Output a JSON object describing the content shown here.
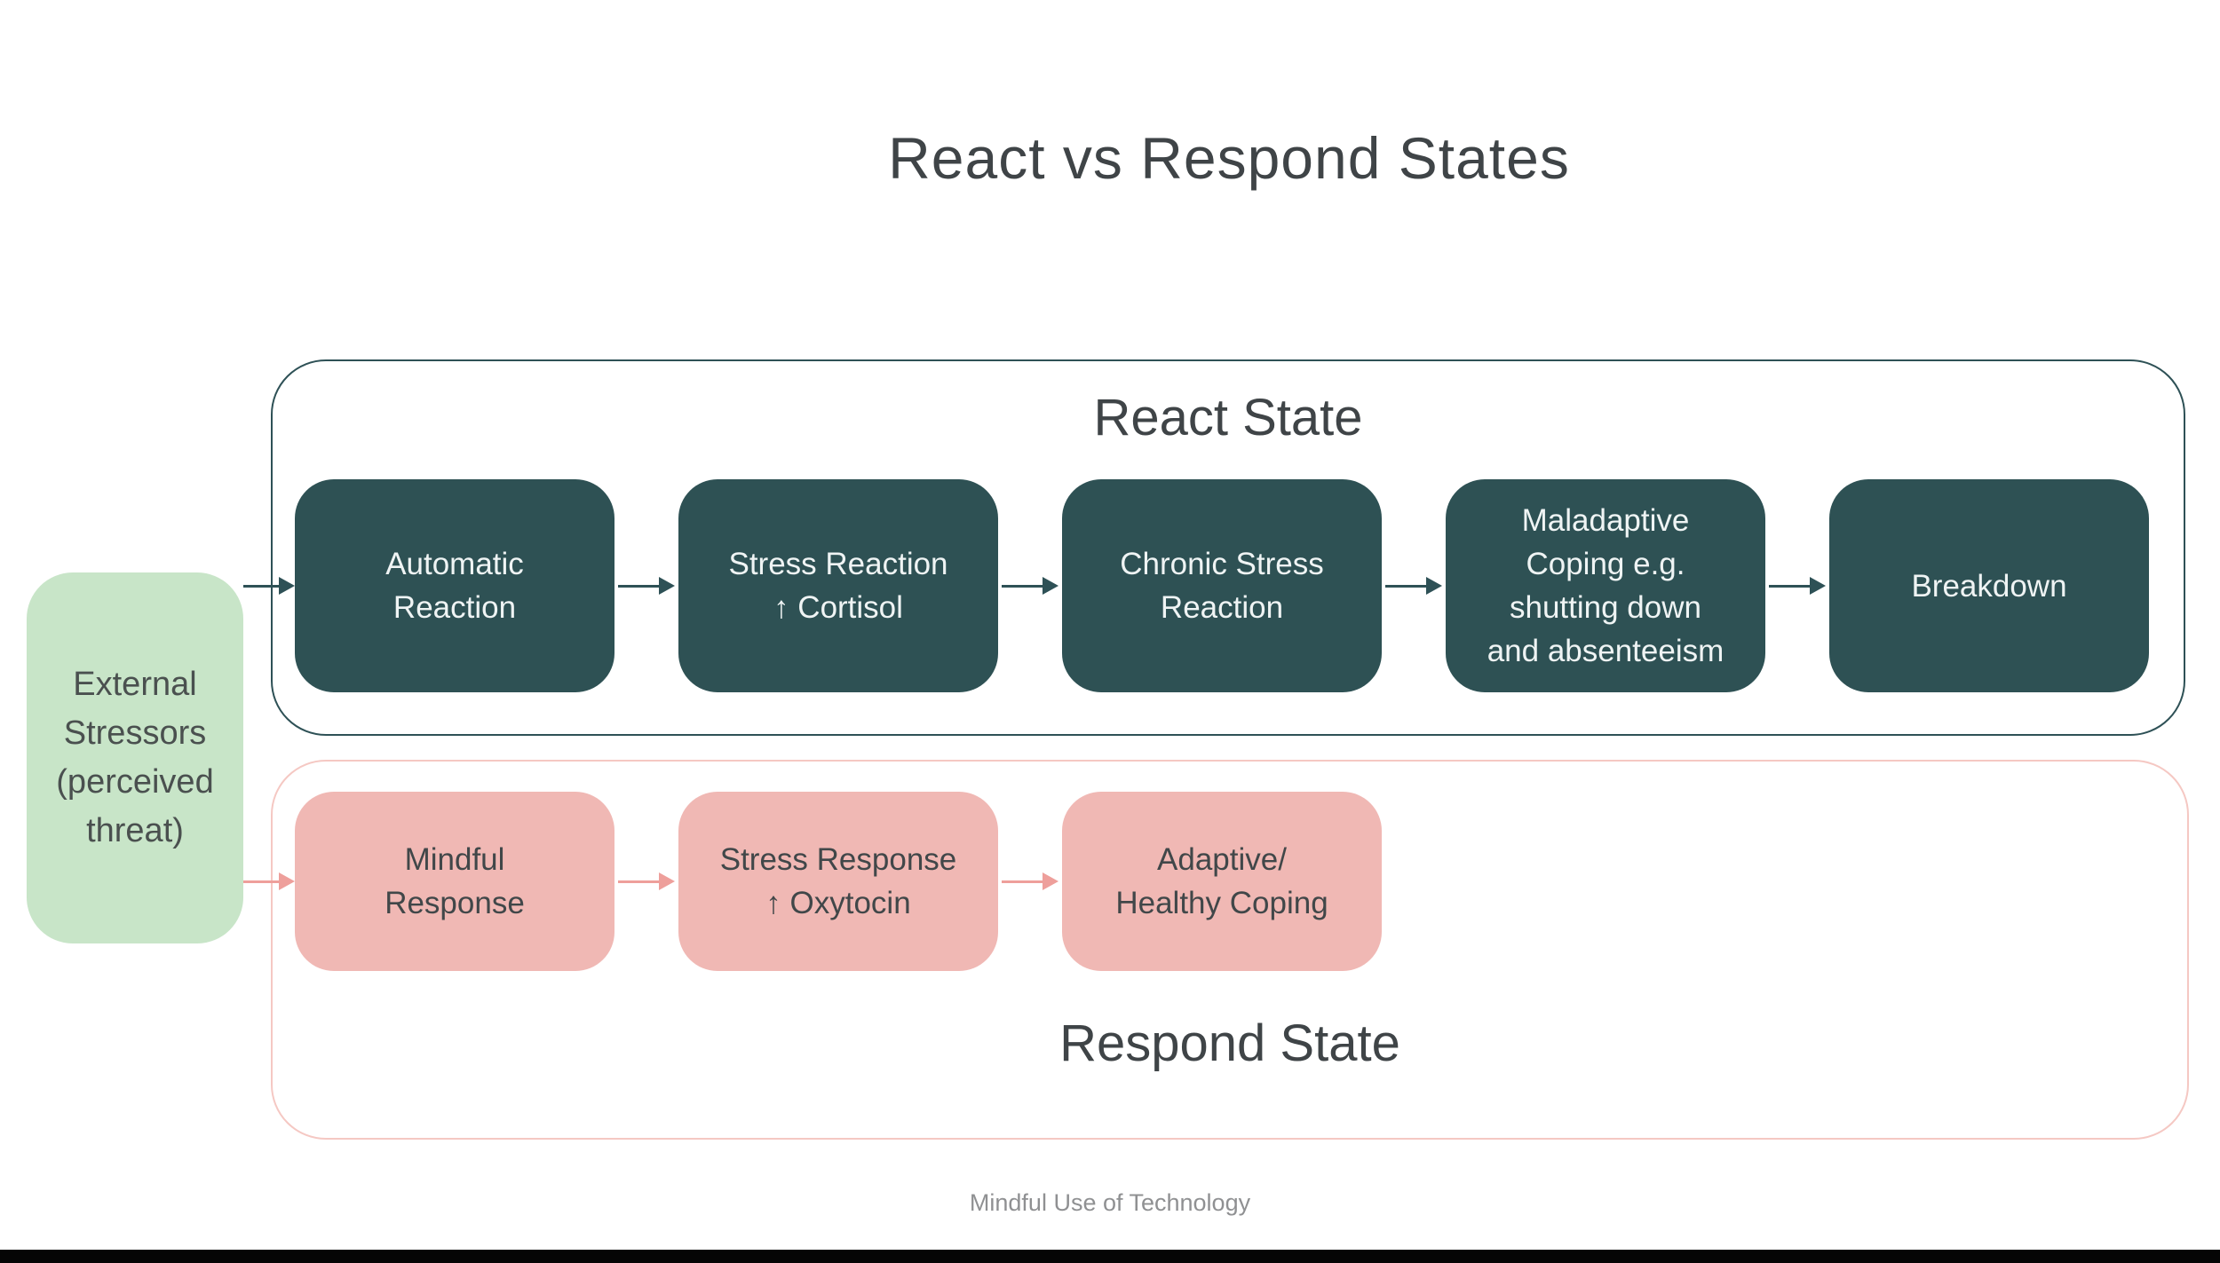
{
  "title": "React vs Respond States",
  "footer": "Mindful Use of Technology",
  "stressor": {
    "label": "External\nStressors\n(perceived\nthreat)"
  },
  "react_state": {
    "label": "React State",
    "boxes": [
      {
        "label": "Automatic\nReaction"
      },
      {
        "label": "Stress Reaction\n↑ Cortisol"
      },
      {
        "label": "Chronic Stress\nReaction"
      },
      {
        "label": "Maladaptive\nCoping e.g.\nshutting down\nand absenteeism"
      },
      {
        "label": "Breakdown"
      }
    ]
  },
  "respond_state": {
    "label": "Respond State",
    "boxes": [
      {
        "label": "Mindful\nResponse"
      },
      {
        "label": "Stress Response\n↑ Oxytocin"
      },
      {
        "label": "Adaptive/\nHealthy Coping"
      }
    ]
  },
  "icons": {
    "flow_arrow": "arrow-right",
    "increase_glyph": "↑"
  },
  "colors": {
    "teal-box": "#2e5154",
    "teal-line": "#2e5156",
    "green-box": "#c8e5c8",
    "pink-box": "#f0b8b4",
    "pink-line": "#f5c8c3",
    "pink-arrow": "#ee9f9b",
    "text-dark": "#3f4447",
    "text-on-dark": "#eff4f4",
    "footer-text": "#8f9092"
  }
}
